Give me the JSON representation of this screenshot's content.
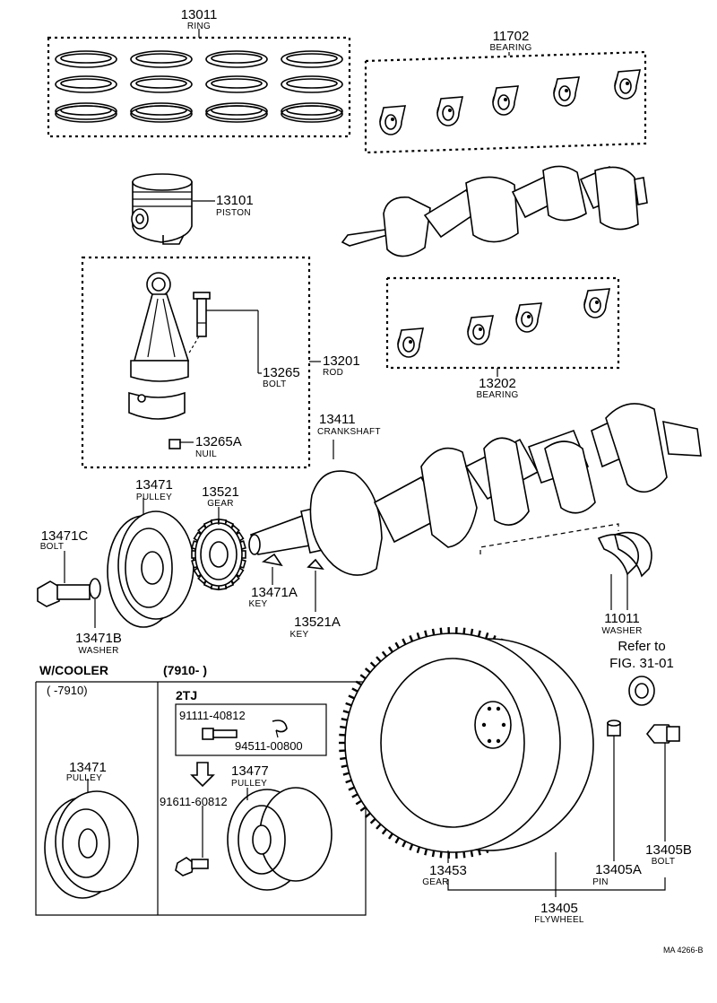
{
  "parts": {
    "ring": {
      "number": "13011",
      "name": "RING"
    },
    "bearing_upper": {
      "number": "11702",
      "name": "BEARING"
    },
    "piston": {
      "number": "13101",
      "name": "PISTON"
    },
    "rod": {
      "number": "13201",
      "name": "ROD"
    },
    "rod_bolt": {
      "number": "13265",
      "name": "BOLT"
    },
    "rod_nut": {
      "number": "13265A",
      "name": "NUIL"
    },
    "bearing_lower": {
      "number": "13202",
      "name": "BEARING"
    },
    "crankshaft": {
      "number": "13411",
      "name": "CRANKSHAFT"
    },
    "pulley": {
      "number": "13471",
      "name": "PULLEY"
    },
    "gear": {
      "number": "13521",
      "name": "GEAR"
    },
    "pulley_bolt": {
      "number": "13471C",
      "name": "BOLT"
    },
    "pulley_key": {
      "number": "13471A",
      "name": "KEY"
    },
    "gear_key": {
      "number": "13521A",
      "name": "KEY"
    },
    "pulley_washer": {
      "number": "13471B",
      "name": "WASHER"
    },
    "thrust_washer": {
      "number": "11011",
      "name": "WASHER"
    },
    "cooler_pulley": {
      "number": "13471",
      "name": "PULLEY"
    },
    "tj_pulley": {
      "number": "13477",
      "name": "PULLEY"
    },
    "flywheel_gear": {
      "number": "13453",
      "name": "GEAR"
    },
    "flywheel_pin": {
      "number": "13405A",
      "name": "PIN"
    },
    "flywheel_bolt": {
      "number": "13405B",
      "name": "BOLT"
    },
    "flywheel": {
      "number": "13405",
      "name": "FLYWHEEL"
    }
  },
  "refer": {
    "line1": "Refer to",
    "line2": "FIG. 31-01"
  },
  "variants": {
    "cooler_title": "W/COOLER",
    "cooler_range": "(      -7910)",
    "tj_range": "(7910-        )",
    "tj_label": "2TJ",
    "bolt_a": "91111-40812",
    "washer_a": "94511-00800",
    "bolt_b": "91611-60812"
  },
  "footer_code": "MA 4266-B"
}
